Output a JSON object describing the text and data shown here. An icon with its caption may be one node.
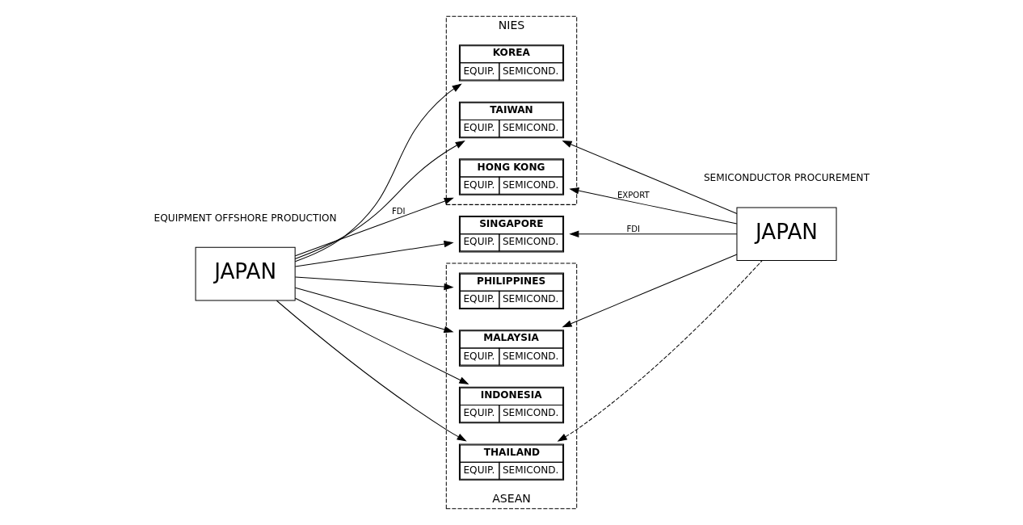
{
  "diagram": {
    "nodes": [
      {
        "text": [
          "NIES"
        ]
      },
      {
        "text": [
          "KOREA",
          "EQUIP.",
          "SEMICOND."
        ],
        "in": 0
      },
      {
        "text": [
          "TAIWAN",
          "EQUIP.",
          "SEMICOND."
        ],
        "in": 0
      },
      {
        "text": [
          "HONG KONG",
          "EQUIP.",
          "SEMICOND."
        ],
        "in": 0
      },
      {
        "text": [
          "SINGAPORE",
          "EQUIP.",
          "SEMICOND."
        ]
      },
      {
        "text": [
          "ASEAN"
        ]
      },
      {
        "text": [
          "PHILIPPINES",
          "EQUIP.",
          "SEMICOND."
        ],
        "in": 5
      },
      {
        "text": [
          "MALAYSIA",
          "EQUIP.",
          "SEMICOND."
        ],
        "in": 5
      },
      {
        "text": [
          "INDONESIA",
          "EQUIP.",
          "SEMICOND."
        ],
        "in": 5
      },
      {
        "text": [
          "THAILAND",
          "EQUIP.",
          "SEMICOND."
        ],
        "in": 5
      },
      {
        "text": [
          "JAPAN"
        ]
      },
      {
        "text": [
          "JAPAN"
        ]
      }
    ],
    "edges": [
      {
        "from": 10,
        "to": 1,
        "arrow": "to"
      },
      {
        "from": 10,
        "to": 2,
        "arrow": "to"
      },
      {
        "from": 10,
        "to": 3,
        "arrow": "to",
        "label": "FDI"
      },
      {
        "from": 10,
        "to": 4,
        "arrow": "to"
      },
      {
        "from": 10,
        "to": 6,
        "arrow": "to"
      },
      {
        "from": 10,
        "to": 7,
        "arrow": "to"
      },
      {
        "from": 10,
        "to": 8,
        "arrow": "to"
      },
      {
        "from": 10,
        "to": 9,
        "arrow": "to"
      },
      {
        "from": 11,
        "to": 2,
        "arrow": "to"
      },
      {
        "from": 11,
        "to": 3,
        "arrow": "to",
        "label": "EXPORT"
      },
      {
        "from": 11,
        "to": 4,
        "arrow": "to",
        "label": "FDI"
      },
      {
        "from": 11,
        "to": 7,
        "arrow": "to"
      },
      {
        "from": 11,
        "to": 9,
        "arrow": "to",
        "style": "dashed"
      }
    ],
    "labels": [
      "EQUIPMENT OFFSHORE PRODUCTION",
      "SEMICONDUCTOR PROCUREMENT"
    ]
  }
}
